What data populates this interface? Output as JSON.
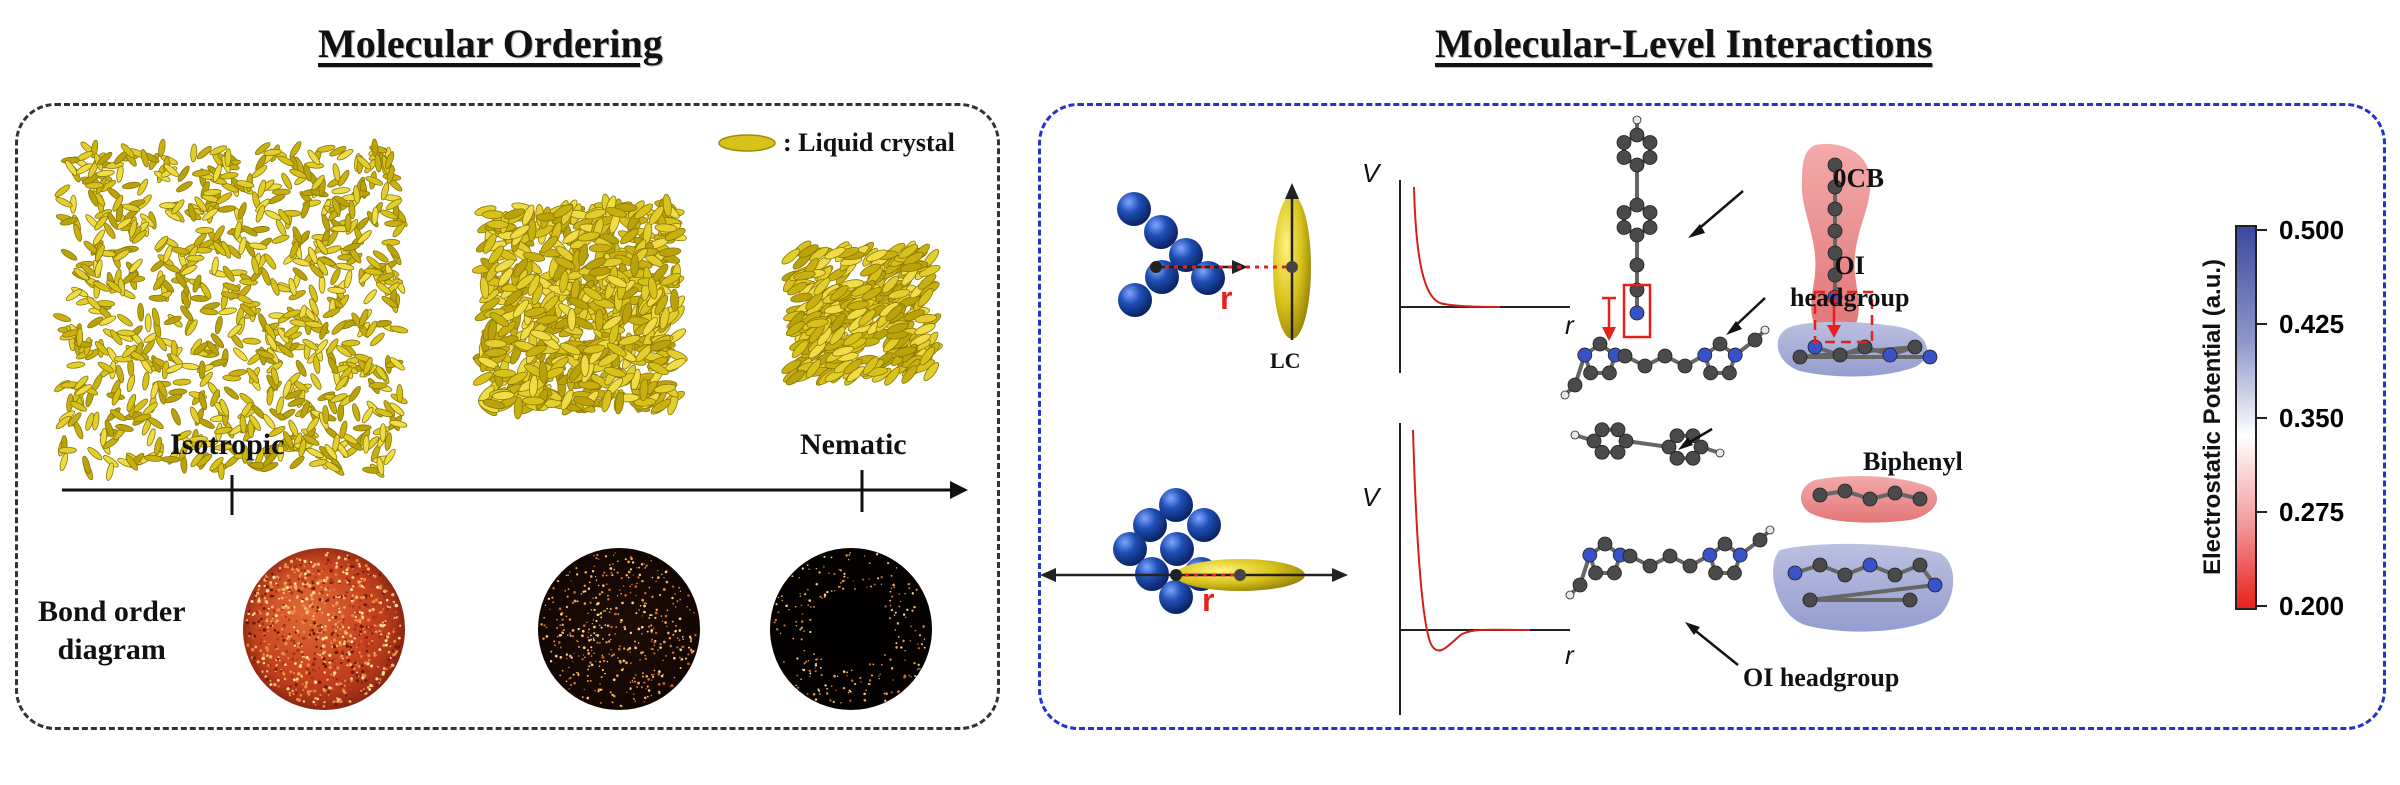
{
  "left_panel": {
    "title": "Molecular Ordering",
    "legend_label": ": Liquid crystal",
    "axis_start_label": "Isotropic",
    "axis_end_label": "Nematic",
    "bond_order_label_line1": "Bond order",
    "bond_order_label_line2": "diagram"
  },
  "right_panel": {
    "title": "Molecular-Level Interactions",
    "lc_label": "LC",
    "distance_label_top": "r",
    "distance_label_bottom": "r",
    "plot_top": {
      "ylabel": "V",
      "xlabel": "r"
    },
    "plot_bottom": {
      "ylabel": "V",
      "xlabel": "r"
    },
    "label_0cb": "0CB",
    "label_oi_top_line1": "OI",
    "label_oi_top_line2": "headgroup",
    "label_biphenyl": "Biphenyl",
    "label_oi_bottom": "OI headgroup",
    "colorbar": {
      "title": "Electrostatic Potential (a.u.)",
      "ticks": [
        "0.500",
        "0.425",
        "0.350",
        "0.275",
        "0.200"
      ]
    }
  },
  "colors": {
    "left_border": "#333333",
    "right_border": "#2233cc",
    "liquid_crystal": "#d8c21a",
    "sphere": "#1f4fb5",
    "accent_red": "#e8201c"
  }
}
